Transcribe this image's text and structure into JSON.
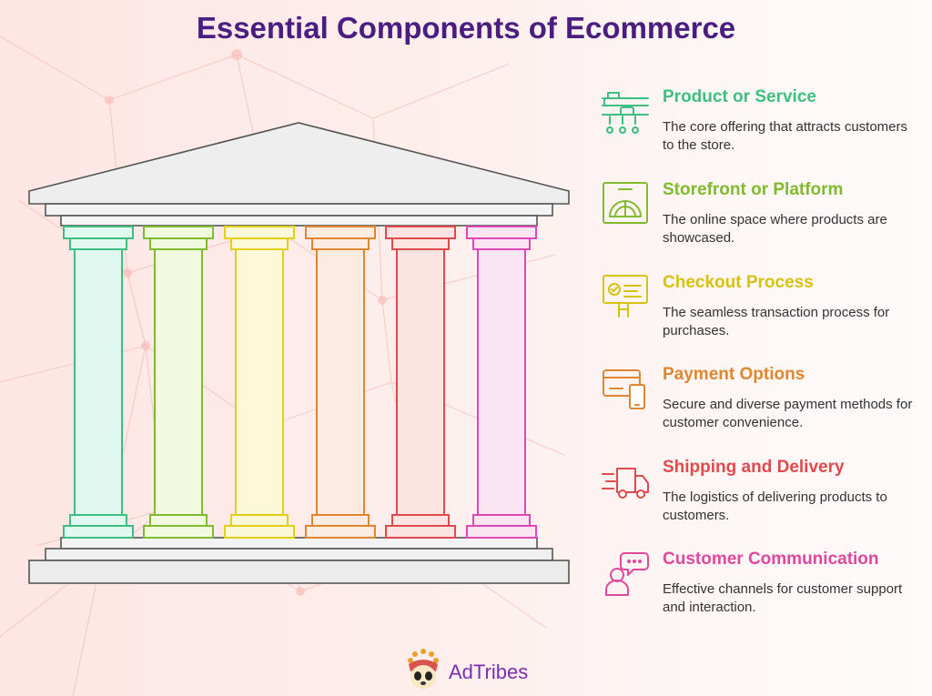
{
  "title": "Essential Components of Ecommerce",
  "components": [
    {
      "heading": "Product or Service",
      "description": "The core offering that attracts customers to the store.",
      "color": "#3fbf7f",
      "icon": "product-shelf-icon"
    },
    {
      "heading": "Storefront or Platform",
      "description": "The online space where products are showcased.",
      "color": "#7fba2f",
      "icon": "storefront-icon"
    },
    {
      "heading": "Checkout Process",
      "description": "The seamless transaction process for purchases.",
      "color": "#d7c210",
      "icon": "checkout-screen-icon"
    },
    {
      "heading": "Payment Options",
      "description": "Secure and diverse payment methods for customer convenience.",
      "color": "#e08630",
      "icon": "payment-card-icon"
    },
    {
      "heading": "Shipping and Delivery",
      "description": "The logistics of delivering products to customers.",
      "color": "#e04a4a",
      "icon": "delivery-truck-icon"
    },
    {
      "heading": "Customer Communication",
      "description": "Effective channels for customer support and interaction.",
      "color": "#e0489e",
      "icon": "customer-chat-icon"
    }
  ],
  "pillars": [
    {
      "stroke": "#3fbf7f",
      "fill": "#e0f8ef"
    },
    {
      "stroke": "#7fba2f",
      "fill": "#f1f9de"
    },
    {
      "stroke": "#e5cf15",
      "fill": "#fdf8d8"
    },
    {
      "stroke": "#e08630",
      "fill": "#fcebe0"
    },
    {
      "stroke": "#e04a4a",
      "fill": "#fce4e2"
    },
    {
      "stroke": "#e048b8",
      "fill": "#fbe5f3"
    }
  ],
  "brand": {
    "name": "AdTribes"
  }
}
